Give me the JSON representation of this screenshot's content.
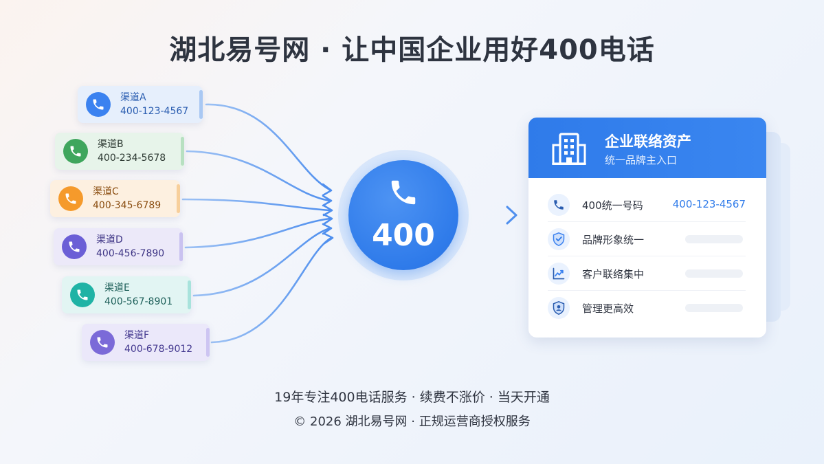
{
  "title": "湖北易号网 · 让中国企业用好400电话",
  "channels": [
    {
      "label": "渠道A",
      "number": "400-123-4567",
      "color": "#3b82f0",
      "bg": "#e6effc"
    },
    {
      "label": "渠道B",
      "number": "400-234-5678",
      "color": "#3fa65d",
      "bg": "#e7f4ea"
    },
    {
      "label": "渠道C",
      "number": "400-345-6789",
      "color": "#f59a2b",
      "bg": "#fdf0e0"
    },
    {
      "label": "渠道D",
      "number": "400-456-7890",
      "color": "#6b5fd6",
      "bg": "#ece9f9"
    },
    {
      "label": "渠道E",
      "number": "400-567-8901",
      "color": "#1fb3a5",
      "bg": "#e2f5f3"
    },
    {
      "label": "渠道F",
      "number": "400-678-9012",
      "color": "#7b6ad8",
      "bg": "#ebe8fa"
    }
  ],
  "hub": {
    "number": "400",
    "color": "#2f7bea"
  },
  "card": {
    "title": "企业联络资产",
    "subtitle": "统一品牌主入口",
    "rows": [
      {
        "icon": "phone-icon",
        "label": "400统一号码",
        "value": "400-123-4567"
      },
      {
        "icon": "shield-check-icon",
        "label": "品牌形象统一"
      },
      {
        "icon": "chart-up-icon",
        "label": "客户联络集中"
      },
      {
        "icon": "shield-user-icon",
        "label": "管理更高效"
      }
    ]
  },
  "footer": {
    "line1": "19年专注400电话服务 · 续费不涨价 · 当天开通",
    "line2": "© 2026 湖北易号网 · 正规运营商授权服务"
  }
}
